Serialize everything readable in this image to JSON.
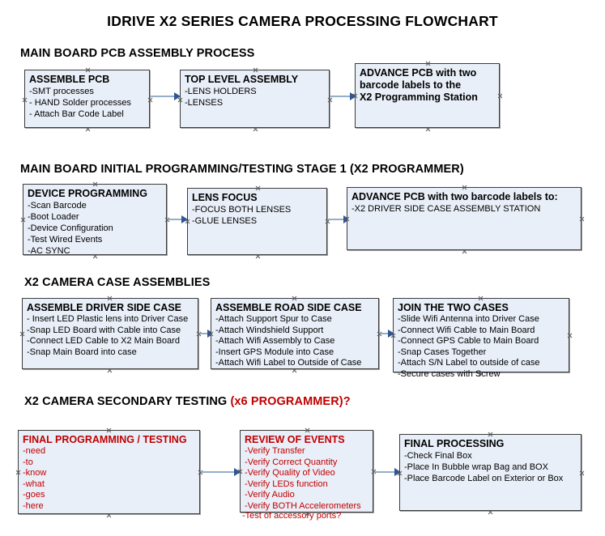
{
  "title": "IDRIVE X2  SERIES CAMERA PROCESSING FLOWCHART",
  "colors": {
    "box_fill": "#e9eff8",
    "box_border": "#3b3b3b",
    "connector": "#93aec9",
    "arrow": "#2f5596",
    "red_text": "#c00000",
    "black_text": "#000000"
  },
  "sections": [
    {
      "heading": "MAIN BOARD PCB ASSEMBLY PROCESS",
      "heading_red": "",
      "boxes": [
        {
          "title": "ASSEMBLE PCB",
          "lines": [
            "-SMT processes",
            "- HAND Solder processes",
            "- Attach Bar Code Label"
          ]
        },
        {
          "title": "TOP LEVEL ASSEMBLY",
          "lines": [
            "-LENS HOLDERS",
            "-LENSES"
          ]
        },
        {
          "title": "ADVANCE PCB with two",
          "lines": [
            "barcode labels to the",
            " X2 Programming Station"
          ],
          "all_bold": true
        }
      ]
    },
    {
      "heading": "MAIN BOARD INITIAL PROGRAMMING/TESTING STAGE 1 (X2 PROGRAMMER)",
      "heading_red": "",
      "boxes": [
        {
          "title": "DEVICE PROGRAMMING",
          "lines": [
            "-Scan Barcode",
            "-Boot Loader",
            "-Device Configuration",
            "-Test Wired Events",
            "-AC SYNC"
          ]
        },
        {
          "title": "LENS FOCUS",
          "lines": [
            "-FOCUS BOTH LENSES",
            "-GLUE LENSES"
          ]
        },
        {
          "title": "ADVANCE PCB with two barcode labels to:",
          "lines": [
            "-X2 DRIVER  SIDE  CASE  ASSEMBLY STATION"
          ]
        }
      ]
    },
    {
      "heading": "X2 CAMERA CASE ASSEMBLIES",
      "heading_red": "",
      "boxes": [
        {
          "title": "ASSEMBLE DRIVER SIDE CASE",
          "lines": [
            "- Insert LED Plastic lens into Driver Case",
            "-Snap LED Board with Cable into Case",
            "-Connect LED Cable to X2 Main Board",
            "-Snap Main Board into case"
          ]
        },
        {
          "title": "ASSEMBLE ROAD SIDE CASE",
          "lines": [
            "-Attach Support Spur to Case",
            "-Attach Windshield Support",
            "-Attach Wifi Assembly to Case",
            "-Insert GPS Module into Case",
            "-Attach Wifi Label to Outside of Case"
          ]
        },
        {
          "title": "JOIN THE TWO CASES",
          "lines": [
            "-Slide Wifi Antenna into Driver Case",
            "-Connect Wifi Cable to Main Board",
            "-Connect GPS Cable to Main Board",
            "-Snap Cases Together",
            "-Attach S/N Label to outside of case",
            "-Secure cases with Screw"
          ]
        }
      ]
    },
    {
      "heading": "X2 CAMERA SECONDARY TESTING ",
      "heading_red": "(x6 PROGRAMMER)?",
      "boxes": [
        {
          "title": "FINAL PROGRAMMING / TESTING",
          "red": true,
          "lines": [
            "-need",
            "-to",
            "-know",
            "-what",
            "-goes",
            "-here"
          ]
        },
        {
          "title": "REVIEW OF EVENTS",
          "red": true,
          "lines": [
            "-Verify Transfer",
            "-Verify Correct Quantity",
            "-Verify Quality of Video",
            "-Verify LEDs function",
            "-Verify Audio",
            "-Verify BOTH Accelerometers"
          ],
          "overflow_line": "-Test of accessory ports?"
        },
        {
          "title": "FINAL PROCESSING",
          "lines": [
            " -Check Final Box",
            "-Place In Bubble wrap Bag and BOX",
            "-Place Barcode Label on Exterior or Box"
          ]
        }
      ]
    }
  ]
}
